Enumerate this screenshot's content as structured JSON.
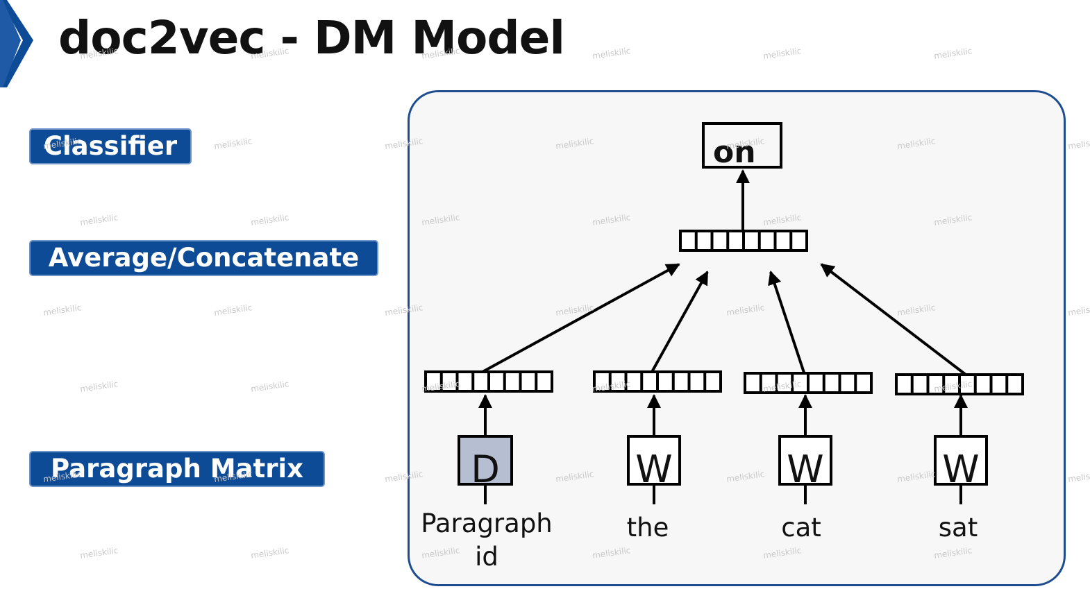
{
  "slide": {
    "title": "doc2vec - DM Model",
    "accent_color": "#0e4b96"
  },
  "labels": {
    "classifier": "Classifier",
    "average_concatenate": "Average/Concatenate",
    "paragraph_matrix": "Paragraph Matrix"
  },
  "diagram": {
    "output_word": "on",
    "paragraph_symbol": "D",
    "paragraph_caption_line1": "Paragraph",
    "paragraph_caption_line2": "id",
    "words": [
      {
        "symbol": "W",
        "word": "the"
      },
      {
        "symbol": "W",
        "word": "cat"
      },
      {
        "symbol": "W",
        "word": "sat"
      }
    ],
    "paragraph_box_color": "#b6bfd2"
  },
  "watermark": "meliskilic"
}
